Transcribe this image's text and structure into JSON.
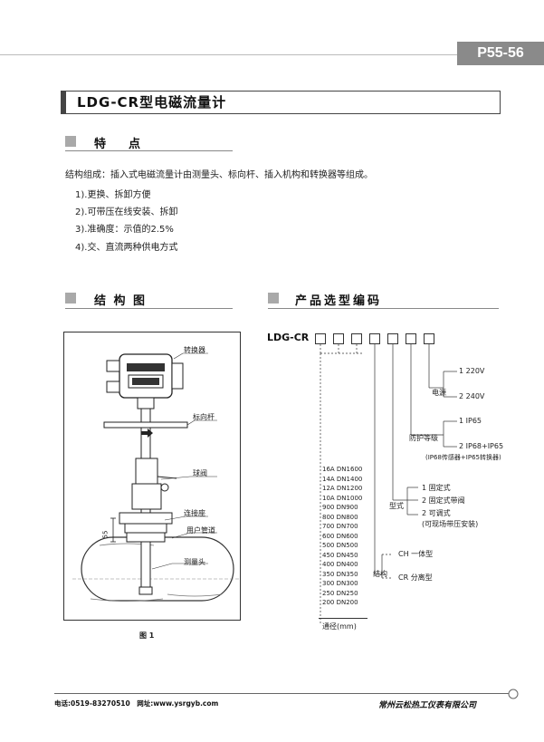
{
  "page_number": "P55-56",
  "title": "LDG-CR型电磁流量计",
  "features": {
    "heading": "特　点",
    "intro": "结构组成：插入式电磁流量计由测量头、标向杆、插入机构和转换器等组成。",
    "items": [
      "1).更换、拆卸方便",
      "2).可带压在线安装、拆卸",
      "3).准确度：示值的2.5%",
      "4).交、直流两种供电方式"
    ]
  },
  "structure": {
    "heading": "结 构 图",
    "labels": {
      "converter": "转换器",
      "direction_rod": "标向杆",
      "ball_valve": "球阀",
      "connector": "连接座",
      "user_pipe": "用户管道",
      "measuring_head": "测量头",
      "dim": "55"
    },
    "caption": "图 1"
  },
  "selection": {
    "heading": "产品选型编码",
    "model": "LDG-CR",
    "power": {
      "label": "电源",
      "options": [
        "1 220V",
        "2 240V"
      ]
    },
    "protection": {
      "label": "防护等级",
      "options": [
        "1 IP65",
        "2 IP68+IP65"
      ],
      "note": "(IP68传感器+IP65转换器)"
    },
    "type": {
      "label": "型式",
      "options": [
        "1 固定式",
        "2 固定式带阀",
        "2 可调式"
      ],
      "note": "(可现场带压安装)"
    },
    "structure": {
      "label": "结构",
      "options": [
        "CH 一体型",
        "CR 分离型"
      ]
    },
    "diameters": [
      "16A DN1600",
      "14A DN1400",
      "12A DN1200",
      "10A DN1000",
      "900 DN900",
      "800 DN800",
      "700 DN700",
      "600 DN600",
      "500 DN500",
      "450 DN450",
      "400 DN400",
      "350 DN350",
      "300 DN300",
      "250 DN250",
      "200 DN200"
    ],
    "diameter_label": "通径(mm)"
  },
  "footer": {
    "contact": "电话:0519-83270510　网址:www.ysrgyb.com",
    "company": "常州云松热工仪表有限公司"
  }
}
